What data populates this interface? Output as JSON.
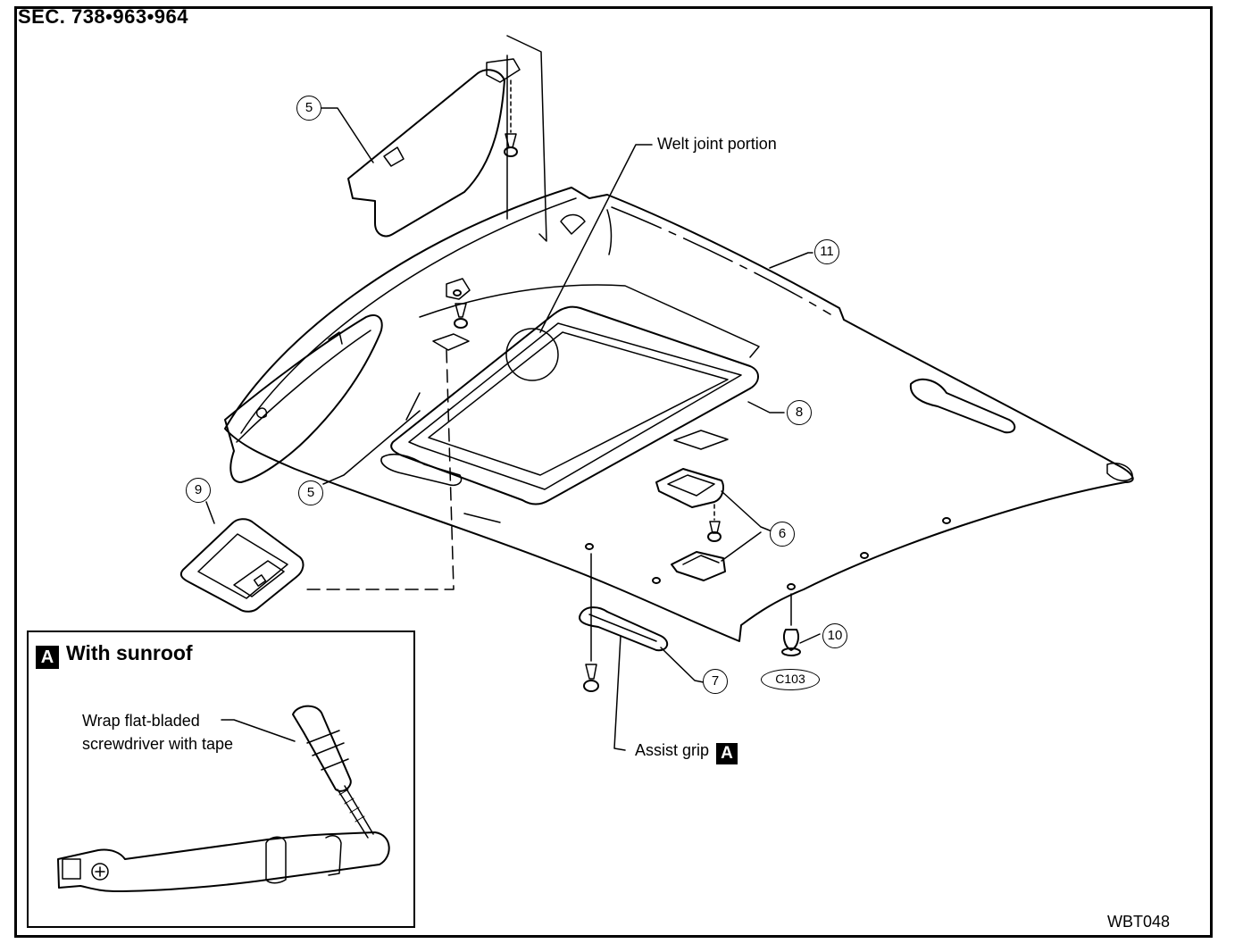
{
  "header": {
    "section_code": "SEC. 738•963•964"
  },
  "callouts": {
    "welt_joint": "Welt joint portion",
    "assist_grip": "Assist grip",
    "assist_grip_tag": "A"
  },
  "part_numbers": {
    "sun_visor_upper": "5",
    "sun_visor_lower": "5",
    "vanity_lamp_clips": "6",
    "assist_grip": "7",
    "sunroof_finisher": "8",
    "map_lamp": "9",
    "clip": "10",
    "headlining": "11"
  },
  "clip_code": "C103",
  "inset": {
    "tag": "A",
    "title": "With sunroof",
    "note_line1": "Wrap flat-bladed",
    "note_line2": "screwdriver with tape"
  },
  "footer": {
    "figure_code": "WBT048"
  }
}
